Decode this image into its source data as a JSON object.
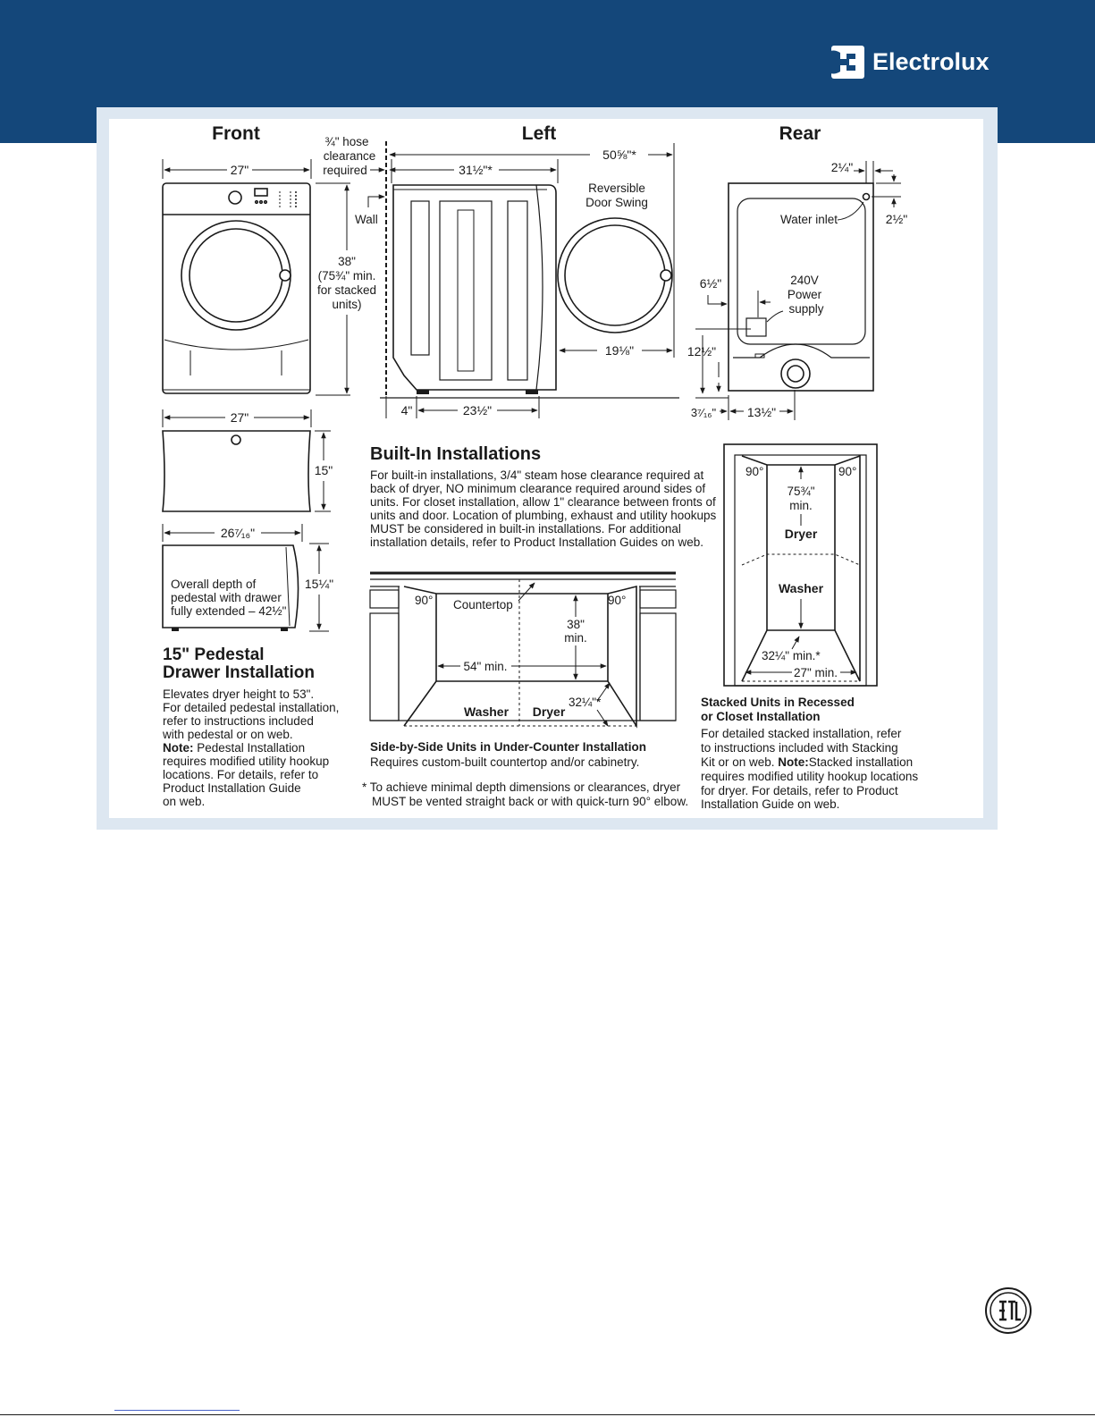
{
  "brand": {
    "name": "Electrolux"
  },
  "colors": {
    "header_bg": "#14477a",
    "panel_border": "#dde7f1",
    "ink": "#1a1a1a",
    "accent": "#ffffff"
  },
  "icons": [
    "electrolux-logo-icon",
    "etl-listed-icon"
  ],
  "views": {
    "front": {
      "title": "Front",
      "width": "27\"",
      "height_line1": "38\"",
      "height_line2": "(75¾\" min.",
      "height_line3": "for stacked",
      "height_line4": "units)"
    },
    "left": {
      "title": "Left",
      "hose_line1": "¾\" hose",
      "hose_line2": "clearance",
      "hose_line3": "required",
      "wall": "Wall",
      "depth": "31½\"*",
      "total_depth": "50⅝\"*",
      "door_line1": "Reversible",
      "door_line2": "Door Swing",
      "door_dim": "19⅛\"",
      "gap": "4\"",
      "base_depth": "23½\""
    },
    "rear": {
      "title": "Rear",
      "top_offset": "2¼\"",
      "water_inlet": "Water inlet",
      "inlet_drop": "2½\"",
      "power_offset": "6½\"",
      "power_line1": "240V",
      "power_line2": "Power",
      "power_line3": "supply",
      "power_height": "12½\"",
      "bottom_offset": "3⁷⁄₁₆\"",
      "bottom_width": "13½\""
    }
  },
  "pedestal": {
    "front_width": "27\"",
    "front_height": "15\"",
    "side_width": "26⁷⁄₁₆\"",
    "side_height": "15¼\"",
    "depth_line1": "Overall depth of",
    "depth_line2": "pedestal with drawer",
    "depth_line3": "fully extended – 42½\"",
    "heading_line1": "15\" Pedestal",
    "heading_line2": "Drawer Installation",
    "body_lines": [
      "Elevates dryer height to 53\".",
      "For detailed pedestal installation,",
      "refer to instructions included",
      "with pedestal or on web."
    ],
    "note_label": "Note:",
    "note_first": " Pedestal Installation",
    "note_lines": [
      "requires modified utility hookup",
      "locations. For details, refer to",
      "Product Installation Guide",
      "on web."
    ]
  },
  "builtin": {
    "heading": "Built-In Installations",
    "body_lines": [
      "For built-in installations, 3/4\" steam hose clearance required at",
      "back of dryer, NO minimum clearance required around sides of",
      "units. For closet installation, allow 1\" clearance between fronts of",
      "units and door. Location of plumbing, exhaust and utility hookups",
      "MUST be considered in built-in installations. For additional",
      "installation details, refer to Product Installation Guides on web."
    ]
  },
  "undercounter": {
    "countertop": "Countertop",
    "angle_left": "90°",
    "angle_right": "90°",
    "height_line1": "38\"",
    "height_line2": "min.",
    "width": "54\" min.",
    "washer": "Washer",
    "dryer": "Dryer",
    "depth": "32¼\"*",
    "caption": "Side-by-Side Units in Under-Counter Installation",
    "subcaption": "Requires custom-built countertop and/or cabinetry.",
    "footnote_line1": "* To achieve minimal depth dimensions or clearances, dryer",
    "footnote_line2": "MUST be vented straight back or with quick-turn 90° elbow."
  },
  "stacked": {
    "angle_left": "90°",
    "angle_right": "90°",
    "height_line1": "75¾\"",
    "height_line2": "min.",
    "dryer": "Dryer",
    "washer": "Washer",
    "depth": "32¼\" min.*",
    "width": "27\" min.",
    "caption_line1": "Stacked Units in Recessed",
    "caption_line2": "or Closet Installation",
    "body_lines": [
      "For detailed stacked installation, refer",
      "to instructions included with Stacking"
    ],
    "body_line3_pre": "Kit or on web. ",
    "note_label": "Note:",
    "body_line3_post": "Stacked installation",
    "body_more": [
      "requires modified utility hookup locations",
      "for dryer. For details, refer to Product",
      "Installation Guide on web."
    ]
  }
}
